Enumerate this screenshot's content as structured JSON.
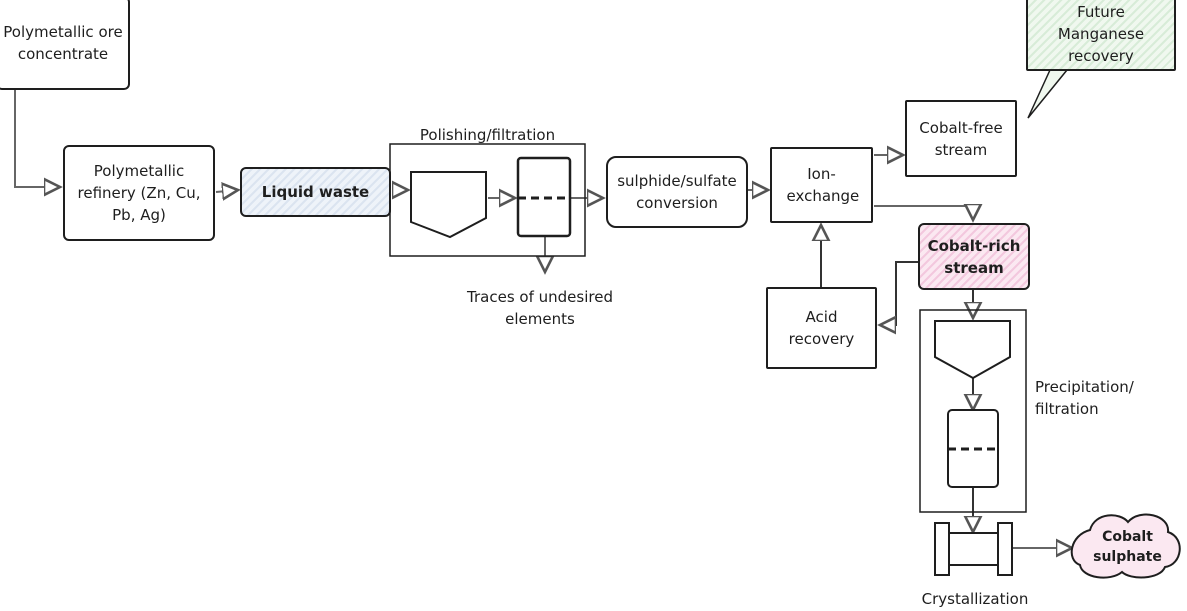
{
  "diagram": {
    "nodes": {
      "ore": "Polymetallic ore concentrate",
      "refinery": "Polymetallic refinery (Zn, Cu, Pb, Ag)",
      "liquid_waste": "Liquid waste",
      "polishing_label": "Polishing/filtration",
      "traces": "Traces of undesired elements",
      "conversion": "sulphide/sulfate conversion",
      "ion_exchange": "Ion-exchange",
      "cobalt_free": "Cobalt-free stream",
      "manganese": "Future Manganese recovery",
      "cobalt_rich": "Cobalt-rich stream",
      "acid": "Acid recovery",
      "precip_label": "Precipitation/ filtration",
      "crystallization": "Crystallization",
      "cobalt_sulphate": "Cobalt sulphate"
    },
    "colors": {
      "liquid_waste_fill": "#dbe4f0",
      "cobalt_rich_fill": "#f3c8de",
      "cobalt_sulphate_fill": "#f3c8de",
      "manganese_fill": "#d8ecd8",
      "stroke": "#1e1e1e",
      "arrow": "#666666"
    }
  }
}
